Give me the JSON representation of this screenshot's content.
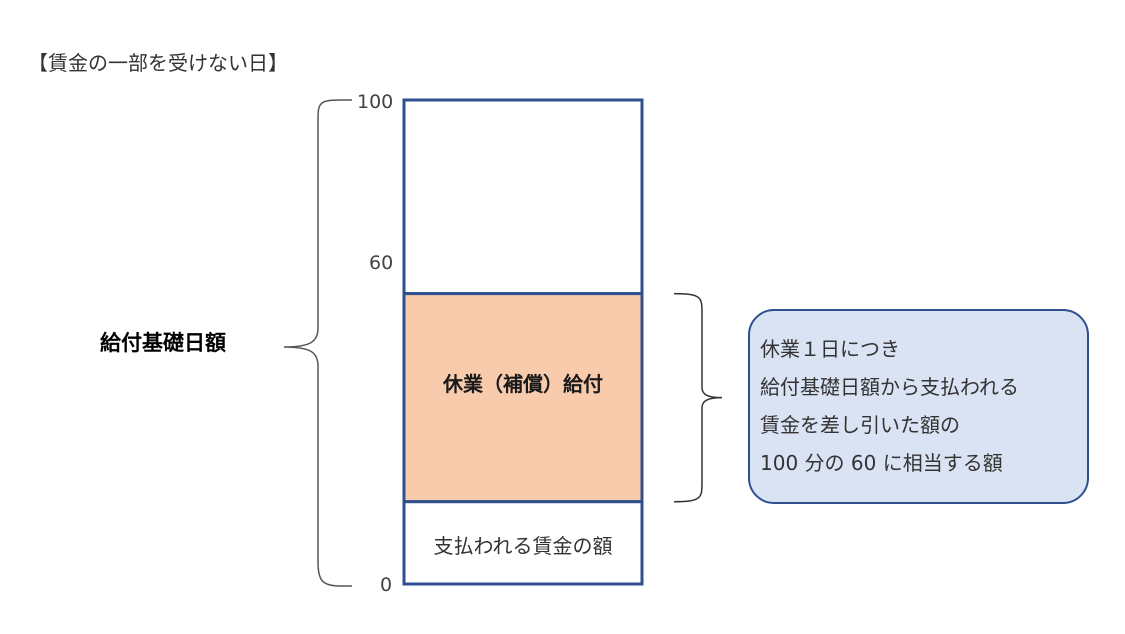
{
  "title": "【賃金の一部を受けない日】",
  "scale": {
    "max": 100,
    "mid": 60,
    "min": 0,
    "max_label": "100",
    "mid_label": "60",
    "min_label": "0",
    "wage_fraction": 0.17
  },
  "bar": {
    "benefit_label": "休業（補償）給付",
    "wage_label": "支払われる賃金の額",
    "benefit_color": "#f8cbad",
    "border_color": "#2f4f8f"
  },
  "left_label": "給付基礎日額",
  "callout": {
    "lines": [
      "休業１日につき",
      "給付基礎日額から支払われる",
      "賃金を差し引いた額の",
      "100 分の 60 に相当する額"
    ]
  }
}
